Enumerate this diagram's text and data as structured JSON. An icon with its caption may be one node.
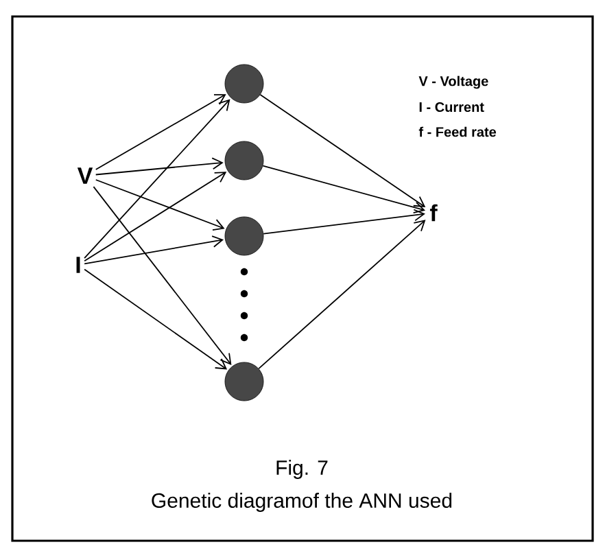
{
  "diagram": {
    "caption": "Genetic diagramof the ANN used",
    "nodes": [
      {
        "text": [
          "V"
        ]
      },
      {
        "text": [
          "I"
        ]
      },
      {
        "text": [],
        "shape": "circle"
      },
      {
        "text": [],
        "shape": "circle"
      },
      {
        "text": [],
        "shape": "circle"
      },
      {
        "text": [],
        "shape": "circle"
      },
      {
        "text": [
          "f"
        ]
      }
    ],
    "edges": [
      {
        "from": 0,
        "to": 2,
        "arrow": "to"
      },
      {
        "from": 0,
        "to": 3,
        "arrow": "to"
      },
      {
        "from": 0,
        "to": 4,
        "arrow": "to"
      },
      {
        "from": 0,
        "to": 5,
        "arrow": "to"
      },
      {
        "from": 1,
        "to": 2,
        "arrow": "to"
      },
      {
        "from": 1,
        "to": 3,
        "arrow": "to"
      },
      {
        "from": 1,
        "to": 4,
        "arrow": "to"
      },
      {
        "from": 1,
        "to": 5,
        "arrow": "to"
      },
      {
        "from": 2,
        "to": 6,
        "arrow": "to"
      },
      {
        "from": 3,
        "to": 6,
        "arrow": "to"
      },
      {
        "from": 4,
        "to": 6,
        "arrow": "to"
      },
      {
        "from": 5,
        "to": 6,
        "arrow": "to"
      }
    ],
    "labels": [
      "V - Voltage",
      "I - Current",
      "f - Feed rate",
      "Fig. 7"
    ]
  }
}
